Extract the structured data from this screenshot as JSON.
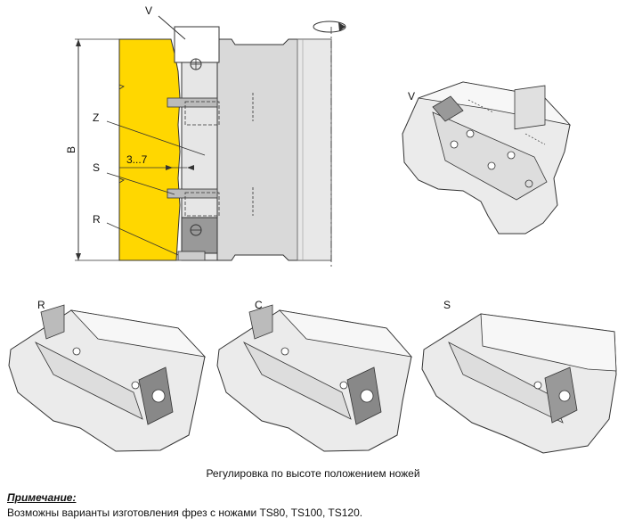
{
  "labels": {
    "top_v": "V",
    "dim_b": "B",
    "z": "Z",
    "range": "3...7",
    "s": "S",
    "r": "R",
    "iso_v": "V",
    "bottom_r": "R",
    "bottom_c": "C",
    "bottom_s": "S"
  },
  "caption": "Регулировка по высоте положением ножей",
  "note": {
    "title": "Примечание:",
    "text": "Возможны варианты изготовления фрез с ножами TS80, TS100, TS120."
  },
  "colors": {
    "yellow": "#FFD700",
    "steel": "#D9D9D9",
    "dark_steel": "#A6A6A6",
    "outline": "#333333"
  }
}
